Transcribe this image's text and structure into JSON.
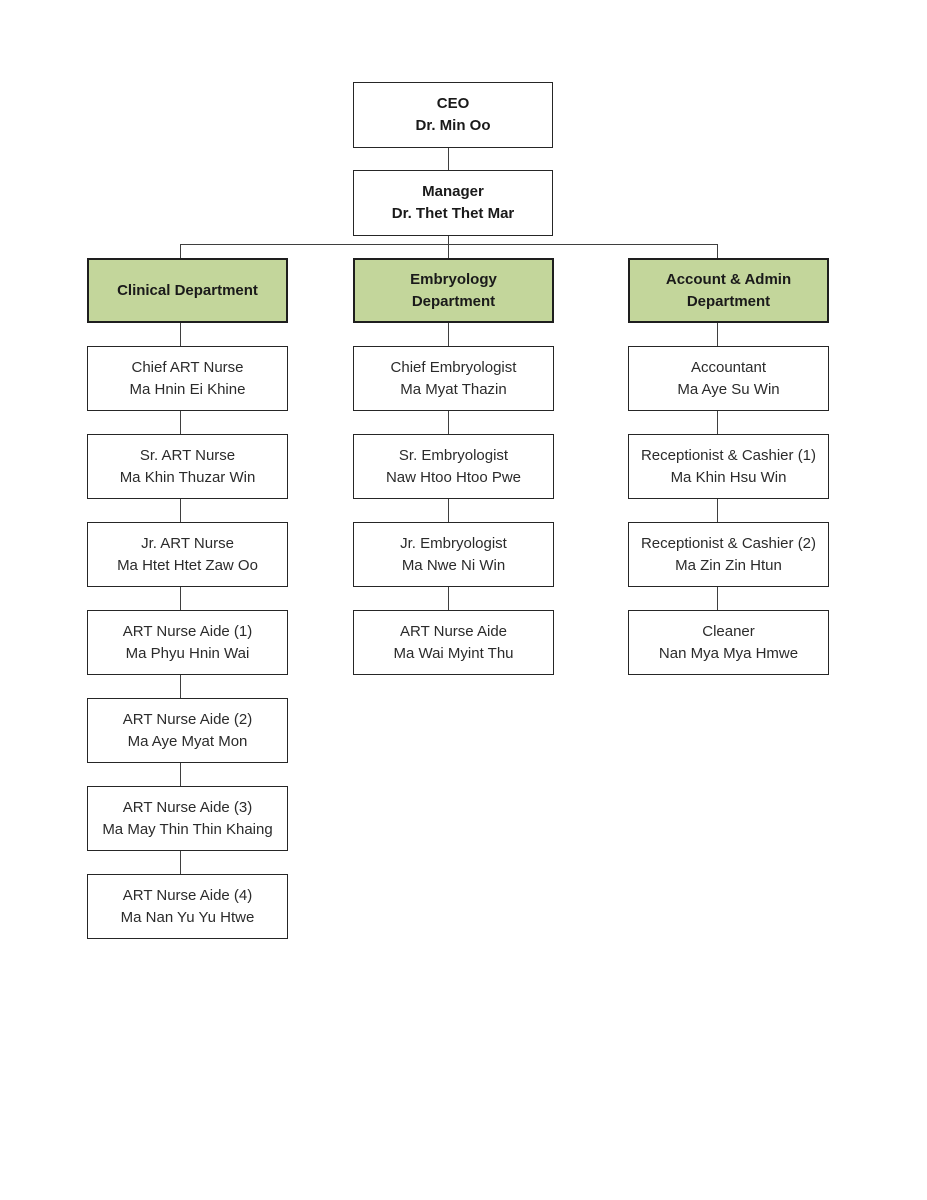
{
  "colors": {
    "page_background": "#ffffff",
    "department_fill": "#c3d69b",
    "box_fill": "#ffffff",
    "box_border": "#262626",
    "connector_line": "#3f3f3f"
  },
  "org": {
    "ceo": {
      "title": "CEO",
      "name": "Dr. Min Oo"
    },
    "manager": {
      "title": "Manager",
      "name": "Dr. Thet Thet Mar"
    },
    "departments": [
      {
        "id": "clinical",
        "label_lines": [
          "Clinical Department"
        ],
        "staff": [
          {
            "title": "Chief ART Nurse",
            "name": "Ma Hnin Ei Khine"
          },
          {
            "title": "Sr. ART Nurse",
            "name": "Ma Khin Thuzar Win"
          },
          {
            "title": "Jr. ART Nurse",
            "name": "Ma Htet Htet Zaw Oo"
          },
          {
            "title": "ART Nurse Aide (1)",
            "name": "Ma Phyu Hnin Wai"
          },
          {
            "title": "ART Nurse Aide (2)",
            "name": "Ma Aye Myat Mon"
          },
          {
            "title": "ART Nurse Aide (3)",
            "name": "Ma May Thin Thin Khaing"
          },
          {
            "title": "ART Nurse Aide (4)",
            "name": "Ma Nan Yu Yu Htwe"
          }
        ]
      },
      {
        "id": "embryology",
        "label_lines": [
          "Embryology",
          "Department"
        ],
        "staff": [
          {
            "title": "Chief Embryologist",
            "name": "Ma Myat Thazin"
          },
          {
            "title": "Sr. Embryologist",
            "name": "Naw Htoo Htoo Pwe"
          },
          {
            "title": "Jr. Embryologist",
            "name": "Ma Nwe Ni Win"
          },
          {
            "title": "ART Nurse Aide",
            "name": "Ma Wai Myint Thu"
          }
        ]
      },
      {
        "id": "account-admin",
        "label_lines": [
          "Account & Admin",
          "Department"
        ],
        "staff": [
          {
            "title": "Accountant",
            "name": "Ma Aye Su Win"
          },
          {
            "title": "Receptionist & Cashier (1)",
            "name": "Ma Khin Hsu Win"
          },
          {
            "title": "Receptionist & Cashier (2)",
            "name": "Ma Zin Zin Htun"
          },
          {
            "title": "Cleaner",
            "name": "Nan Mya Mya Hmwe"
          }
        ]
      }
    ]
  }
}
